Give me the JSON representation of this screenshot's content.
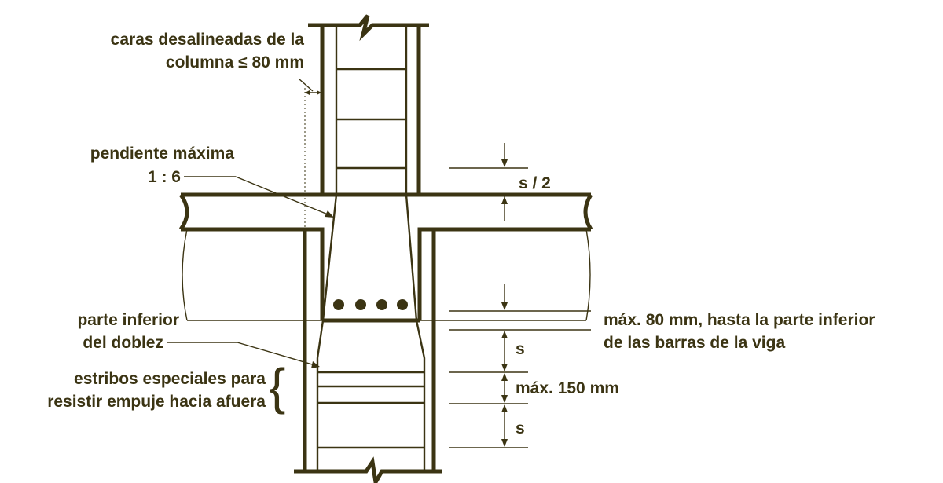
{
  "labels": {
    "caras_line1": "caras desalineadas de la",
    "caras_line2": "columna  ≤ 80 mm",
    "pendiente_line1": "pendiente máxima",
    "pendiente_line2": "1 : 6",
    "s_half": "s / 2",
    "parte_line1": "parte inferior",
    "parte_line2": "del doblez",
    "estribos_line1": "estribos especiales para",
    "estribos_line2": "resistir empuje hacia afuera",
    "max80_line1": "máx. 80 mm, hasta la parte inferior",
    "max80_line2": "de las barras de la viga",
    "s_upper": "s",
    "max150": "máx. 150 mm",
    "s_lower": "s"
  },
  "colors": {
    "ink": "#3b3413",
    "background": "#ffffff"
  }
}
